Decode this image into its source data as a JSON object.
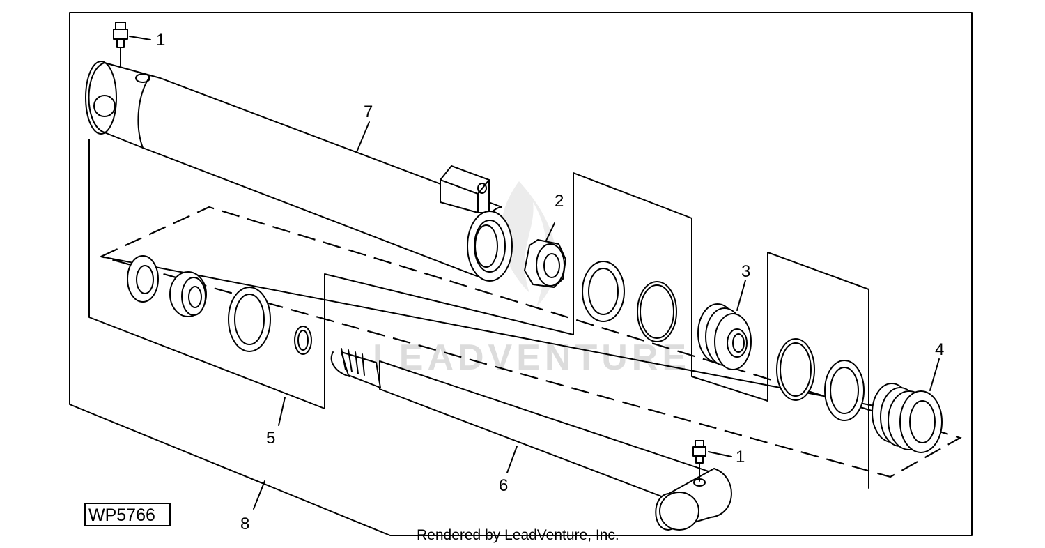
{
  "diagram": {
    "figure_code": "WP5766",
    "credit": "Rendered by LeadVenture, Inc.",
    "watermark": "LEADVENTURE",
    "callouts": {
      "grease_fitting_top": "1",
      "grease_fitting_rod": "1",
      "lock_nut": "2",
      "piston": "3",
      "gland": "4",
      "seal_kit_left": "5",
      "rod": "6",
      "barrel": "7",
      "seal_kit": "8"
    }
  }
}
